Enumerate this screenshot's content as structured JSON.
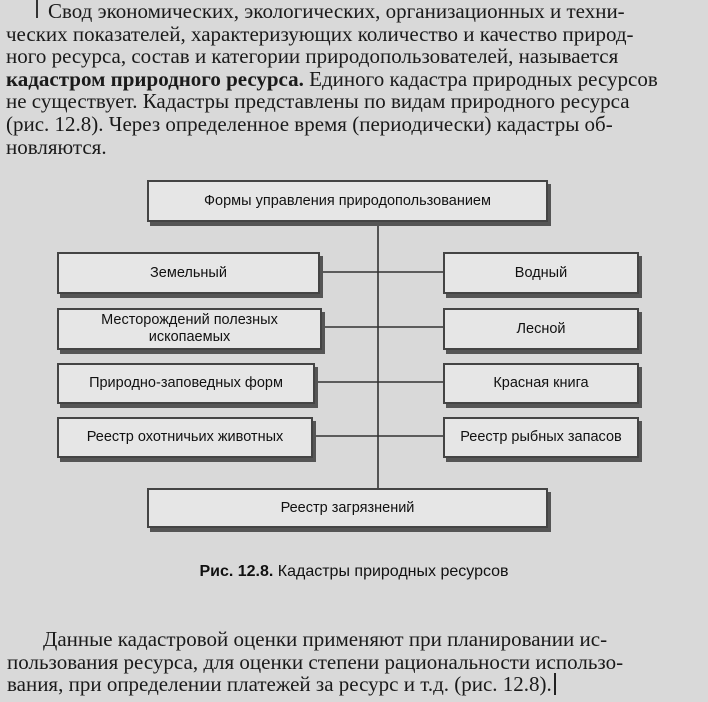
{
  "intro": {
    "line1": "Свод экономических, экологических, организационных и техни-",
    "line2": "ческих показателей, характеризующих количество и качество природ-",
    "line3": "ного ресурса, состав и категории природопользователей, называется",
    "term": "кадастром природного ресурса.",
    "line4_rest": " Единого кадастра природных ресурсов",
    "line5": "не существует. Кадастры представлены по видам природного ресурса",
    "line6": "(рис. 12.8). Через определенное время (периодически) кадастры об-",
    "line7": "новляются."
  },
  "diagram": {
    "root": "Формы управления природопользованием",
    "left": [
      "Земельный",
      "Месторождений полезных ископаемых",
      "Природно-заповедных форм",
      "Реестр охотничьих животных"
    ],
    "right": [
      "Водный",
      "Лесной",
      "Красная книга",
      "Реестр рыбных запасов"
    ],
    "bottom": "Реестр загрязнений"
  },
  "caption": {
    "label": "Рис. 12.8.",
    "text": " Кадастры природных ресурсов"
  },
  "outro": {
    "line1": "Данные кадастровой оценки применяют при планировании ис-",
    "line2": "пользования ресурса, для оценки степени рациональности использо-",
    "line3": "вания, при определении платежей за ресурс и т.д. (рис. 12.8)."
  }
}
